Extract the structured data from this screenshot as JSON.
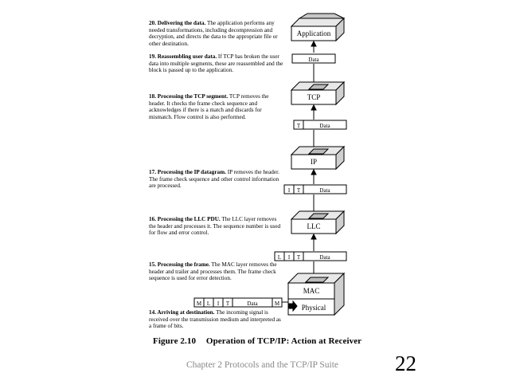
{
  "steps": [
    {
      "title": "20. Delivering the data.",
      "body": "The application performs any needed transformations, including decompression and decryption, and directs the data to the appropriate file or other destination."
    },
    {
      "title": "19. Reassembling user data.",
      "body": "If TCP has broken the user data into multiple segments, these are reassembled and the block is passed up to the application."
    },
    {
      "title": "18. Processing the TCP segment.",
      "body": "TCP removes the header. It checks the frame check sequence and acknowledges if there is a match and discards for mismatch. Flow control is also performed."
    },
    {
      "title": "17. Processing the IP datagram.",
      "body": "IP removes the header. The frame check sequence and other control information are processed."
    },
    {
      "title": "16. Processing the LLC PDU.",
      "body": "The LLC layer removes the header and processes it. The sequence number is used for flow and error control."
    },
    {
      "title": "15. Processing the frame.",
      "body": "The MAC layer removes the header and trailer and processes them. The frame check sequence is used for error detection."
    },
    {
      "title": "14. Arriving at destination.",
      "body": "The incoming signal is received over the transmission medium and interpreted as a frame of bits."
    }
  ],
  "layers": {
    "application": "Application",
    "tcp": "TCP",
    "ip": "IP",
    "llc": "LLC",
    "mac": "MAC",
    "physical": "Physical"
  },
  "packets": {
    "data": "Data",
    "t": "T",
    "i": "I",
    "l": "L",
    "m": "M"
  },
  "caption": {
    "number": "Figure 2.10",
    "title": "Operation of TCP/IP: Action at Receiver"
  },
  "footer": {
    "text": "Chapter 2 Protocols and the TCP/IP Suite",
    "page": "22"
  }
}
